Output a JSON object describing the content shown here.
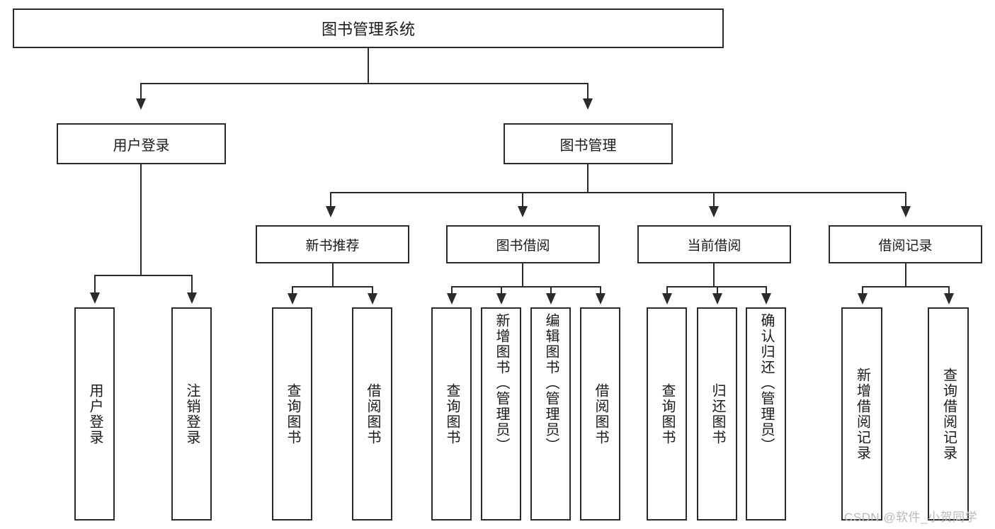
{
  "diagram": {
    "title": "图书管理系统",
    "type": "hierarchical-tree",
    "root": {
      "label": "图书管理系统"
    },
    "level1": [
      {
        "id": "user-login",
        "label": "用户登录"
      },
      {
        "id": "book-management",
        "label": "图书管理"
      }
    ],
    "level2": [
      {
        "id": "new-book-recommend",
        "label": "新书推荐",
        "parent": "book-management"
      },
      {
        "id": "book-borrow",
        "label": "图书借阅",
        "parent": "book-management"
      },
      {
        "id": "current-borrow",
        "label": "当前借阅",
        "parent": "book-management"
      },
      {
        "id": "borrow-record",
        "label": "借阅记录",
        "parent": "book-management"
      }
    ],
    "leaves": [
      {
        "id": "leaf-user-login",
        "label": "用户登录",
        "parent": "user-login"
      },
      {
        "id": "leaf-logout-login",
        "label": "注销登录",
        "parent": "user-login"
      },
      {
        "id": "leaf-query-book-1",
        "label": "查询图书",
        "parent": "new-book-recommend"
      },
      {
        "id": "leaf-borrow-book-1",
        "label": "借阅图书",
        "parent": "new-book-recommend"
      },
      {
        "id": "leaf-query-book-2",
        "label": "查询图书",
        "parent": "book-borrow"
      },
      {
        "id": "leaf-add-book",
        "label": "新增图书（管理员）",
        "parent": "book-borrow"
      },
      {
        "id": "leaf-edit-book",
        "label": "编辑图书（管理员）",
        "parent": "book-borrow"
      },
      {
        "id": "leaf-borrow-book-2",
        "label": "借阅图书",
        "parent": "book-borrow"
      },
      {
        "id": "leaf-query-book-3",
        "label": "查询图书",
        "parent": "current-borrow"
      },
      {
        "id": "leaf-return-book",
        "label": "归还图书",
        "parent": "current-borrow"
      },
      {
        "id": "leaf-confirm-return",
        "label": "确认归还（管理员）",
        "parent": "current-borrow"
      },
      {
        "id": "leaf-add-record",
        "label": "新增借阅记录",
        "parent": "borrow-record"
      },
      {
        "id": "leaf-query-record",
        "label": "查询借阅记录",
        "parent": "borrow-record"
      }
    ]
  },
  "watermark": {
    "text": "CSDN @软件_小贺同学"
  },
  "colors": {
    "stroke": "#2b2b2b",
    "box_fill": "#ffffff",
    "text": "#1a1a1a",
    "watermark": "#b9b9b9",
    "background": "#ffffff"
  }
}
